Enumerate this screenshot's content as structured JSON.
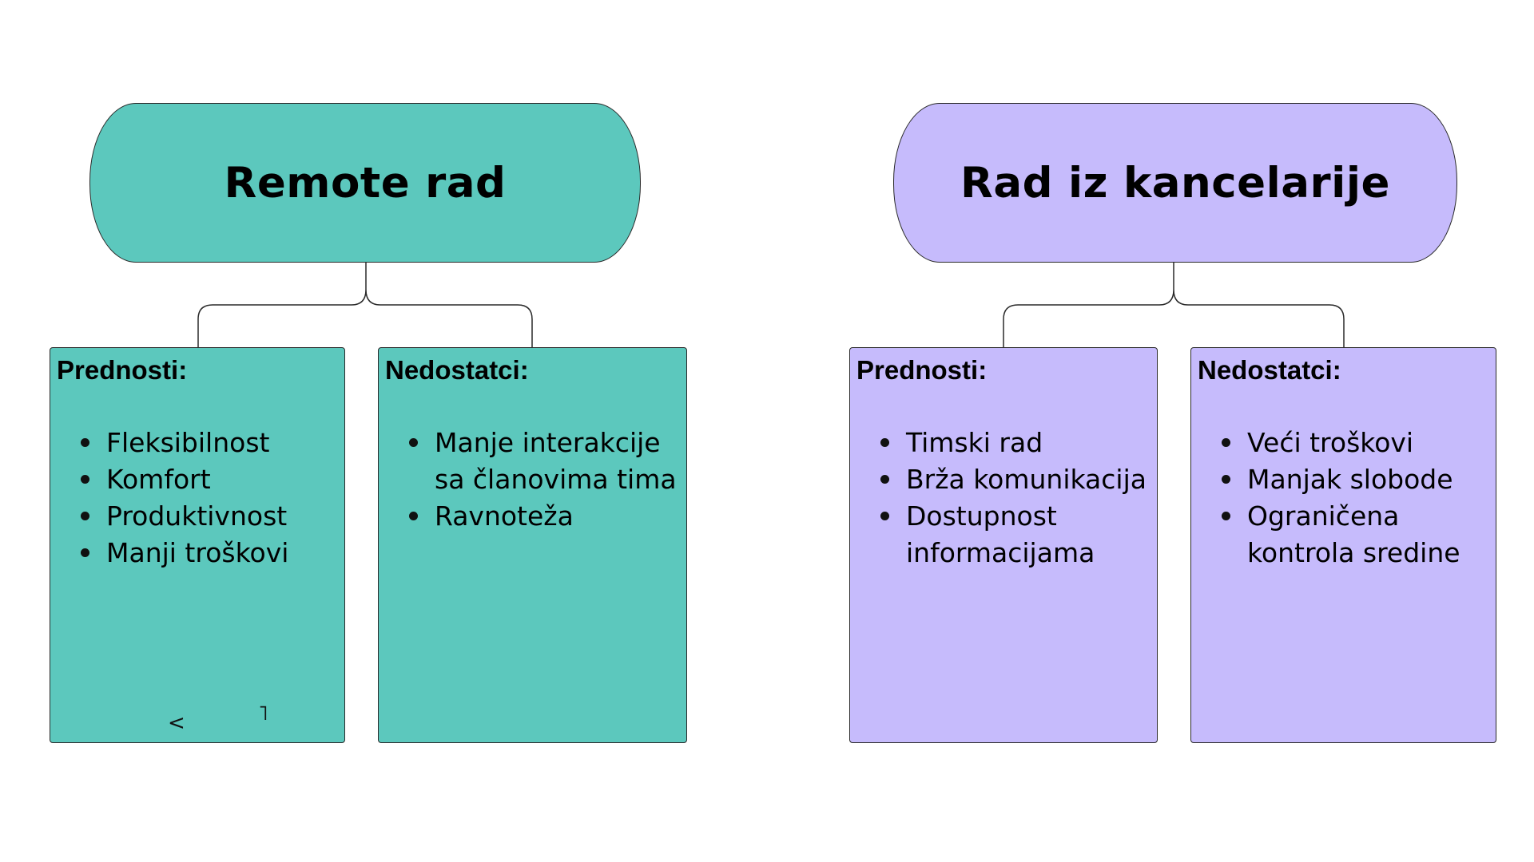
{
  "colors": {
    "remote_fill": "#5cc8bd",
    "office_fill": "#c6bbfc",
    "stroke": "#2a2a2a"
  },
  "remote": {
    "title": "Remote rad",
    "pros": {
      "heading": "Prednosti:",
      "items": [
        "Fleksibilnost",
        "Komfort",
        "Produktivnost",
        "Manji troškovi"
      ]
    },
    "cons": {
      "heading": "Nedostatci:",
      "items": [
        "Manje interakcije sa članovima tima",
        "Ravnoteža"
      ]
    }
  },
  "office": {
    "title": "Rad iz kancelarije",
    "pros": {
      "heading": "Prednosti:",
      "items": [
        "Timski rad",
        "Brža komunikacija",
        "Dostupnost informacijama"
      ]
    },
    "cons": {
      "heading": "Nedostatci:",
      "items": [
        "Veći troškovi",
        "Manjak slobode",
        "Ograničena kontrola sredine"
      ]
    }
  },
  "marks": {
    "left": "<",
    "right": "˥"
  }
}
